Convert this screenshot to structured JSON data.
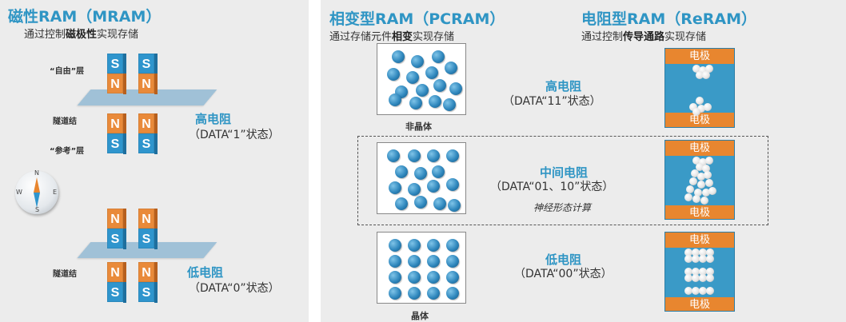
{
  "mram": {
    "title": "磁性RAM（MRAM）",
    "subtitle_pre": "通过控制",
    "subtitle_bold": "磁极性",
    "subtitle_post": "实现存储",
    "free_layer": "“自由”层",
    "tunnel1": "隧道结",
    "ref_layer": "“参考”层",
    "tunnel2": "隧道结",
    "high_label": "高电阻",
    "high_data": "（DATA“1”状态）",
    "low_label": "低电阻",
    "low_data": "（DATA“0”状态）",
    "high_blocks_left": [
      "S",
      "N",
      "N",
      "S"
    ],
    "high_blocks_right": [
      "S",
      "N",
      "N",
      "S"
    ],
    "low_blocks_left": [
      "N",
      "S",
      "N",
      "S"
    ],
    "low_blocks_right": [
      "N",
      "S",
      "N",
      "S"
    ],
    "compass": {
      "n": "N",
      "s": "S",
      "e": "E",
      "w": "W"
    }
  },
  "pcram": {
    "title": "相变型RAM（PCRAM）",
    "subtitle_pre": "通过存储元件",
    "subtitle_bold": "相变",
    "subtitle_post": "实现存储",
    "amorphous_label": "非晶体",
    "crystal_label": "晶体"
  },
  "reram": {
    "title": "电阻型RAM（ReRAM）",
    "subtitle_pre": "通过控制",
    "subtitle_bold": "传导通路",
    "subtitle_post": "实现存储",
    "electrode": "电极"
  },
  "states": {
    "high": {
      "label": "高电阻",
      "data": "（DATA“11”状态）"
    },
    "mid": {
      "label": "中间电阻",
      "data": "（DATA“01、10”状态）",
      "note": "神经形态计算"
    },
    "low": {
      "label": "低电阻",
      "data": "（DATA“00”状态）"
    }
  },
  "colors": {
    "accent": "#2f95c4",
    "orange": "#e8862f",
    "panel": "#ececec"
  }
}
